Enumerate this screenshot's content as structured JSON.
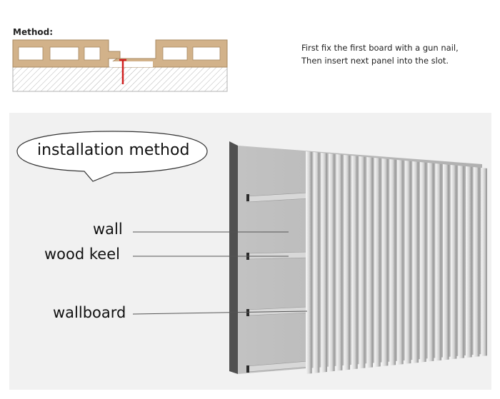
{
  "method": {
    "label": "Method:"
  },
  "instructions": {
    "line1": "First fix the first board with a gun nail,",
    "line2": "Then insert next panel into the slot."
  },
  "illustration": {
    "callout": "installation method",
    "labels": {
      "wall": "wall",
      "wood_keel": "wood keel",
      "wallboard": "wallboard"
    }
  },
  "colors": {
    "board": "#d2b28a",
    "board_outline": "#a88962",
    "nail": "#d02020",
    "wall_face": "#b9b9b9",
    "wall_edge": "#555555",
    "panel_bg": "#f1f1f1"
  }
}
